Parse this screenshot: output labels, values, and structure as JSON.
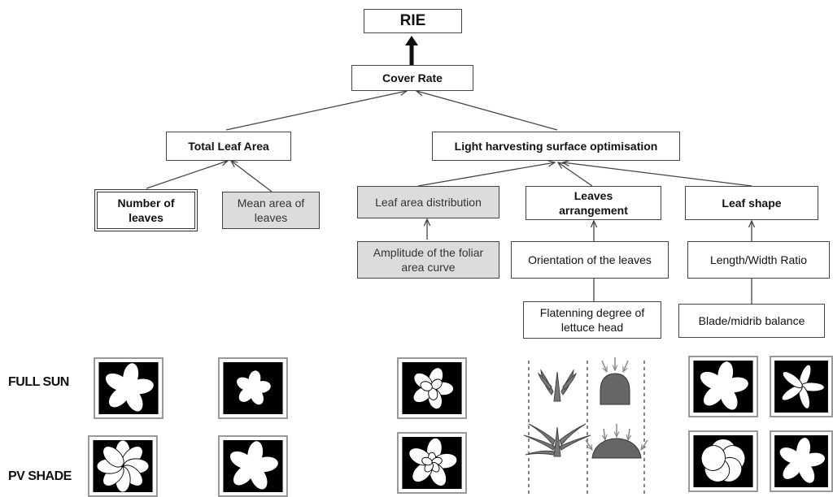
{
  "diagram": {
    "nodes": {
      "rie": "RIE",
      "cover_rate": "Cover Rate",
      "total_leaf_area": "Total Leaf Area",
      "light_harvesting": "Light harvesting surface optimisation",
      "number_of_leaves": "Number of leaves",
      "mean_area": "Mean area of leaves",
      "leaf_area_distribution": "Leaf area distribution",
      "leaves_arrangement": "Leaves arrangement",
      "leaf_shape": "Leaf shape",
      "amplitude": "Amplitude of the foliar area curve",
      "orientation": "Orientation of the leaves",
      "length_width": "Length/Width Ratio",
      "flattening": "Flatenning degree of lettuce head",
      "blade_midrib": "Blade/midrib balance"
    },
    "rows": {
      "full_sun": "FULL SUN",
      "pv_shade": "PV SHADE"
    }
  }
}
